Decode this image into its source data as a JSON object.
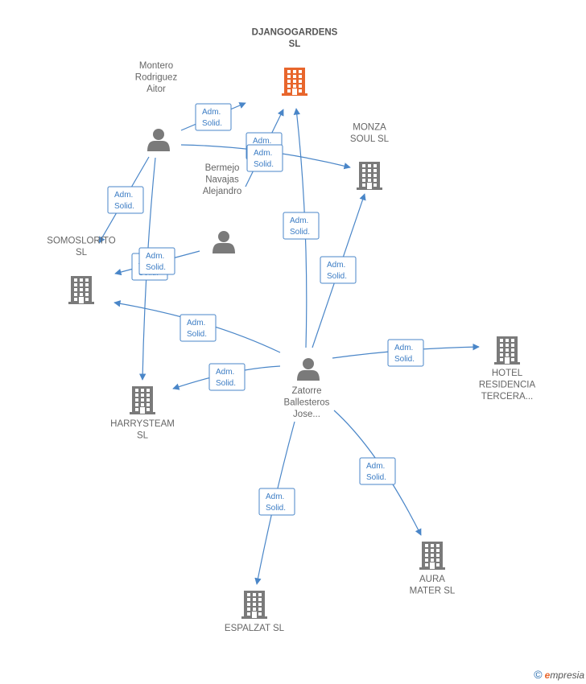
{
  "colors": {
    "edge": "#4a86c8",
    "company": "#7a7a7a",
    "company_main": "#e8662c",
    "person": "#7a7a7a",
    "label": "#666666"
  },
  "nodes": [
    {
      "id": "djangogardens",
      "kind": "company_main",
      "lines": [
        "DJANGOGARDENS",
        "SL"
      ]
    },
    {
      "id": "monza",
      "kind": "company",
      "lines": [
        "MONZA",
        "SOUL SL"
      ]
    },
    {
      "id": "somoslorito",
      "kind": "company",
      "lines": [
        "SOMOSLORITO",
        "SL"
      ]
    },
    {
      "id": "harrysteam",
      "kind": "company",
      "lines": [
        "HARRYSTEAM",
        "SL"
      ]
    },
    {
      "id": "hotel",
      "kind": "company",
      "lines": [
        "HOTEL",
        "RESIDENCIA",
        "TERCERA..."
      ]
    },
    {
      "id": "aura",
      "kind": "company",
      "lines": [
        "AURA",
        "MATER SL"
      ]
    },
    {
      "id": "espalzat",
      "kind": "company",
      "lines": [
        "ESPALZAT SL"
      ]
    },
    {
      "id": "montero",
      "kind": "person",
      "lines": [
        "Montero",
        "Rodriguez",
        "Aitor"
      ]
    },
    {
      "id": "bermejo",
      "kind": "person",
      "lines": [
        "Bermejo",
        "Navajas",
        "Alejandro"
      ]
    },
    {
      "id": "zatorre",
      "kind": "person",
      "lines": [
        "Zatorre",
        "Ballesteros",
        "Jose..."
      ]
    }
  ],
  "edges": [
    {
      "from": "montero",
      "to": "djangogardens",
      "label": [
        "Adm.",
        "Solid."
      ]
    },
    {
      "from": "montero",
      "to": "monza",
      "label": [
        "Adm.",
        "Solid."
      ]
    },
    {
      "from": "montero",
      "to": "somoslorito",
      "label": [
        "Adm.",
        "Solid."
      ]
    },
    {
      "from": "montero",
      "to": "harrysteam",
      "label": [
        "Adm.",
        "Solid."
      ]
    },
    {
      "from": "bermejo",
      "to": "djangogardens",
      "label": [
        "Adm.",
        "Solid."
      ]
    },
    {
      "from": "bermejo",
      "to": "somoslorito",
      "label": [
        "Adm.",
        "Solid."
      ]
    },
    {
      "from": "zatorre",
      "to": "djangogardens",
      "label": [
        "Adm.",
        "Solid."
      ]
    },
    {
      "from": "zatorre",
      "to": "monza",
      "label": [
        "Adm.",
        "Solid."
      ]
    },
    {
      "from": "zatorre",
      "to": "somoslorito",
      "label": [
        "Adm.",
        "Solid."
      ]
    },
    {
      "from": "zatorre",
      "to": "harrysteam",
      "label": [
        "Adm.",
        "Solid."
      ]
    },
    {
      "from": "zatorre",
      "to": "hotel",
      "label": [
        "Adm.",
        "Solid."
      ]
    },
    {
      "from": "zatorre",
      "to": "aura",
      "label": [
        "Adm.",
        "Solid."
      ]
    },
    {
      "from": "zatorre",
      "to": "espalzat",
      "label": [
        "Adm.",
        "Solid."
      ]
    }
  ],
  "footer": {
    "copyright": "©",
    "brand_initial": "e",
    "brand_rest": "mpresia"
  }
}
